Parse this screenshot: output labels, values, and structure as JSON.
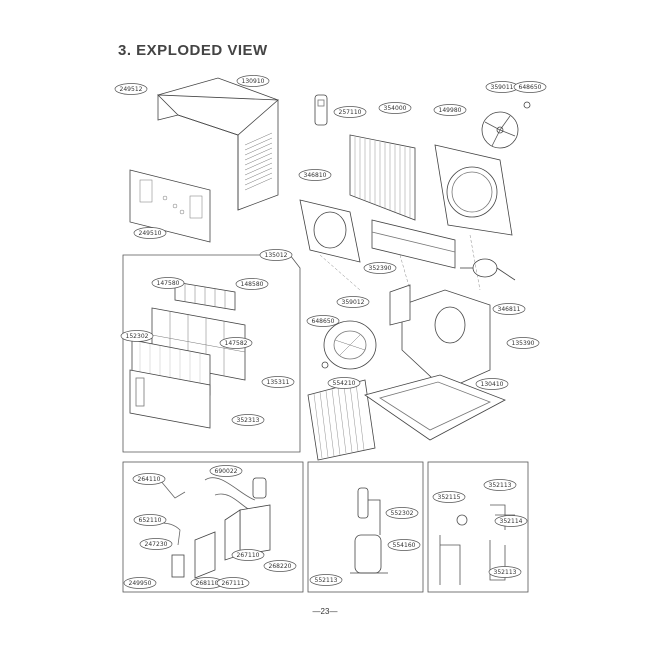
{
  "title": "3. EXPLODED VIEW",
  "page_number": "—23—",
  "callouts": [
    {
      "id": "c-249512",
      "text": "249512"
    },
    {
      "id": "c-130910",
      "text": "130910"
    },
    {
      "id": "c-257110",
      "text": "257110"
    },
    {
      "id": "c-354000",
      "text": "354000"
    },
    {
      "id": "c-149980",
      "text": "149980"
    },
    {
      "id": "c-359011",
      "text": "359011"
    },
    {
      "id": "c-648650a",
      "text": "648650"
    },
    {
      "id": "c-small-part",
      "text": "249510"
    },
    {
      "id": "c-346810",
      "text": "346810"
    },
    {
      "id": "c-135012",
      "text": "135012"
    },
    {
      "id": "c-147580",
      "text": "147580"
    },
    {
      "id": "c-148580",
      "text": "148580"
    },
    {
      "id": "c-152302",
      "text": "152302"
    },
    {
      "id": "c-147582",
      "text": "147582"
    },
    {
      "id": "c-135311",
      "text": "135311"
    },
    {
      "id": "c-352313",
      "text": "352313"
    },
    {
      "id": "c-352390",
      "text": "352390"
    },
    {
      "id": "c-346811",
      "text": "346811"
    },
    {
      "id": "c-359012",
      "text": "359012"
    },
    {
      "id": "c-648650b",
      "text": "648650"
    },
    {
      "id": "c-135390",
      "text": "135390"
    },
    {
      "id": "c-130410",
      "text": "130410"
    },
    {
      "id": "c-554210",
      "text": "554210"
    },
    {
      "id": "c-264110",
      "text": "264110"
    },
    {
      "id": "c-690022",
      "text": "690022"
    },
    {
      "id": "c-267110",
      "text": "267110"
    },
    {
      "id": "c-352115",
      "text": "352115"
    },
    {
      "id": "c-352113",
      "text": "352113"
    },
    {
      "id": "c-352114",
      "text": "352114"
    },
    {
      "id": "c-552302",
      "text": "552302"
    },
    {
      "id": "c-554160",
      "text": "554160"
    },
    {
      "id": "c-552113",
      "text": "552113"
    },
    {
      "id": "c-352113b",
      "text": "352113"
    },
    {
      "id": "c-652110",
      "text": "652110"
    },
    {
      "id": "c-247230",
      "text": "247230"
    },
    {
      "id": "c-268220",
      "text": "268220"
    },
    {
      "id": "c-268110",
      "text": "268110"
    },
    {
      "id": "c-267111",
      "text": "267111"
    },
    {
      "id": "c-249950",
      "text": "249950"
    }
  ],
  "colors": {
    "line": "#444444",
    "label_text": "#333333",
    "title": "#444444"
  }
}
